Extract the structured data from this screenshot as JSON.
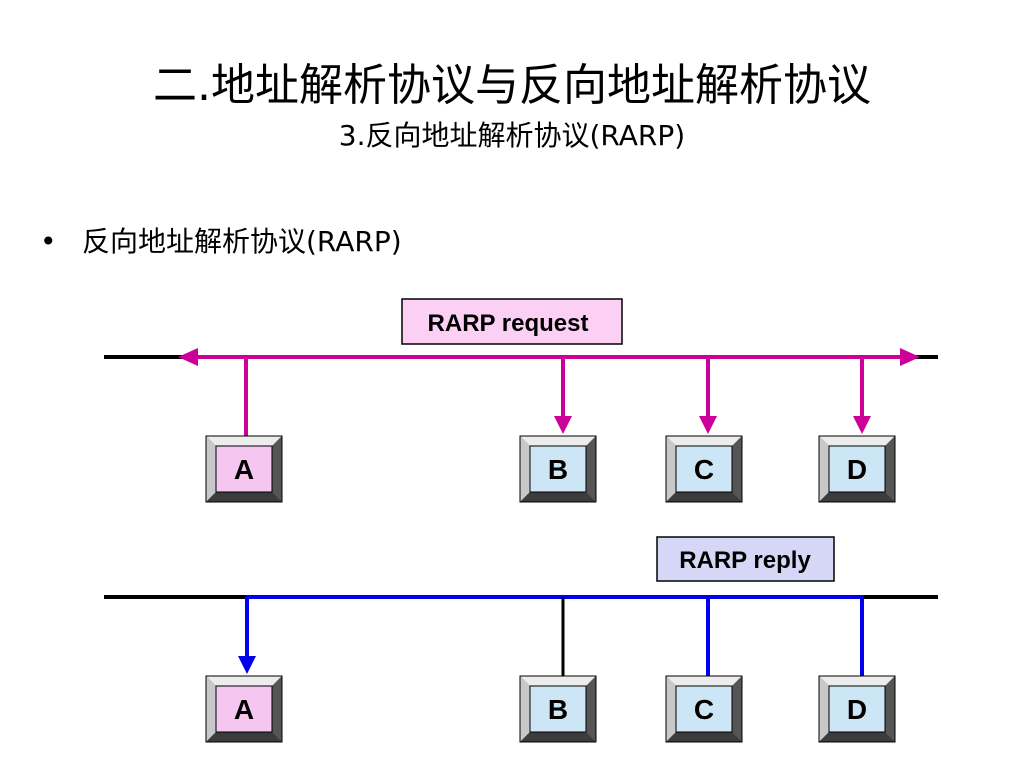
{
  "title": "二.地址解析协议与反向地址解析协议",
  "subtitle": "3.反向地址解析协议(RARP)",
  "bullet": {
    "symbol": "•",
    "text": "反向地址解析协议(RARP)"
  },
  "diagrams": {
    "request": {
      "label": "RARP request",
      "color": "#cc0099",
      "nodes": [
        "A",
        "B",
        "C",
        "D"
      ]
    },
    "reply": {
      "label": "RARP reply",
      "color": "#0000ee",
      "nodes": [
        "A",
        "B",
        "C",
        "D"
      ]
    }
  },
  "colors": {
    "bus_line": "#000000",
    "sender_fill": "#f5c6f0",
    "receiver_fill": "#cce6f5",
    "request_tag_fill": "#fbd0f4",
    "reply_tag_fill": "#d6d6f7"
  }
}
